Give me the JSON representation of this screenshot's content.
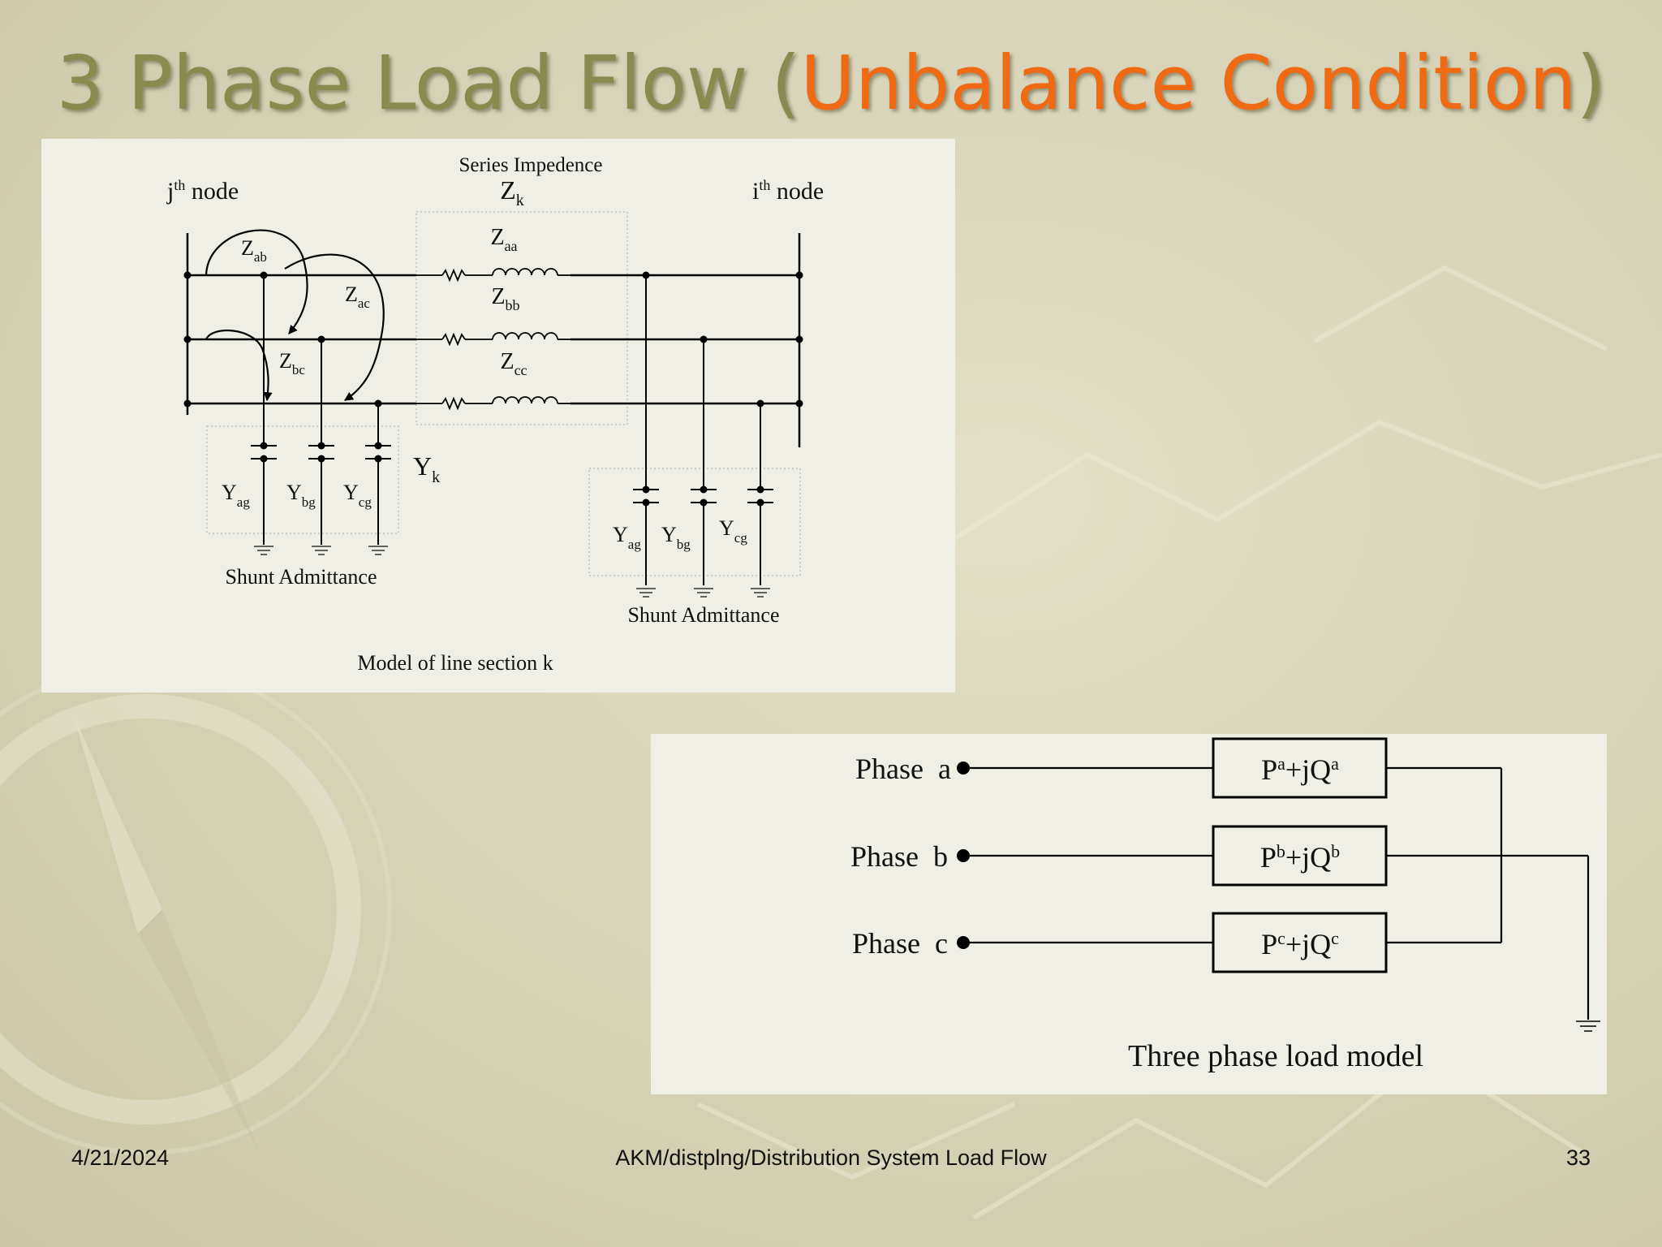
{
  "slide": {
    "title_part1": "3 Phase Load Flow (",
    "title_highlight": "Unbalance Condition",
    "title_part2": ")",
    "colors": {
      "title": "#8a8a4e",
      "highlight": "#ef6a12",
      "background": "#d8d4b9",
      "panel": "#efefe6"
    }
  },
  "line_model": {
    "series_impedance_label": "Series Impedence",
    "zk": {
      "base": "Z",
      "sub": "k"
    },
    "j_node": {
      "base": "j",
      "sup": "th",
      "rest": " node"
    },
    "i_node": {
      "base": "i",
      "sup": "th",
      "rest": " node"
    },
    "z_aa": {
      "base": "Z",
      "sub": "aa"
    },
    "z_bb": {
      "base": "Z",
      "sub": "bb"
    },
    "z_cc": {
      "base": "Z",
      "sub": "cc"
    },
    "z_ab": {
      "base": "Z",
      "sub": "ab"
    },
    "z_ac": {
      "base": "Z",
      "sub": "ac"
    },
    "z_bc": {
      "base": "Z",
      "sub": "bc"
    },
    "yk": {
      "base": "Y",
      "sub": "k"
    },
    "y_ag": {
      "base": "Y",
      "sub": "ag"
    },
    "y_bg": {
      "base": "Y",
      "sub": "bg"
    },
    "y_cg": {
      "base": "Y",
      "sub": "cg"
    },
    "shunt_label": "Shunt Admittance",
    "caption": "Model of line section k"
  },
  "load_model": {
    "phase_a": "Phase  a",
    "phase_b": "Phase  b",
    "phase_c": "Phase  c",
    "load_a": {
      "p": "P",
      "p_sup": "a",
      "q": "+jQ",
      "q_sup": "a"
    },
    "load_b": {
      "p": "P",
      "p_sup": "b",
      "q": "+jQ",
      "q_sup": "b"
    },
    "load_c": {
      "p": "P",
      "p_sup": "c",
      "q": "+jQ",
      "q_sup": "c"
    },
    "caption": "Three phase load model"
  },
  "footer": {
    "date": "4/21/2024",
    "center": "AKM/distplng/Distribution System Load Flow",
    "page": "33"
  }
}
